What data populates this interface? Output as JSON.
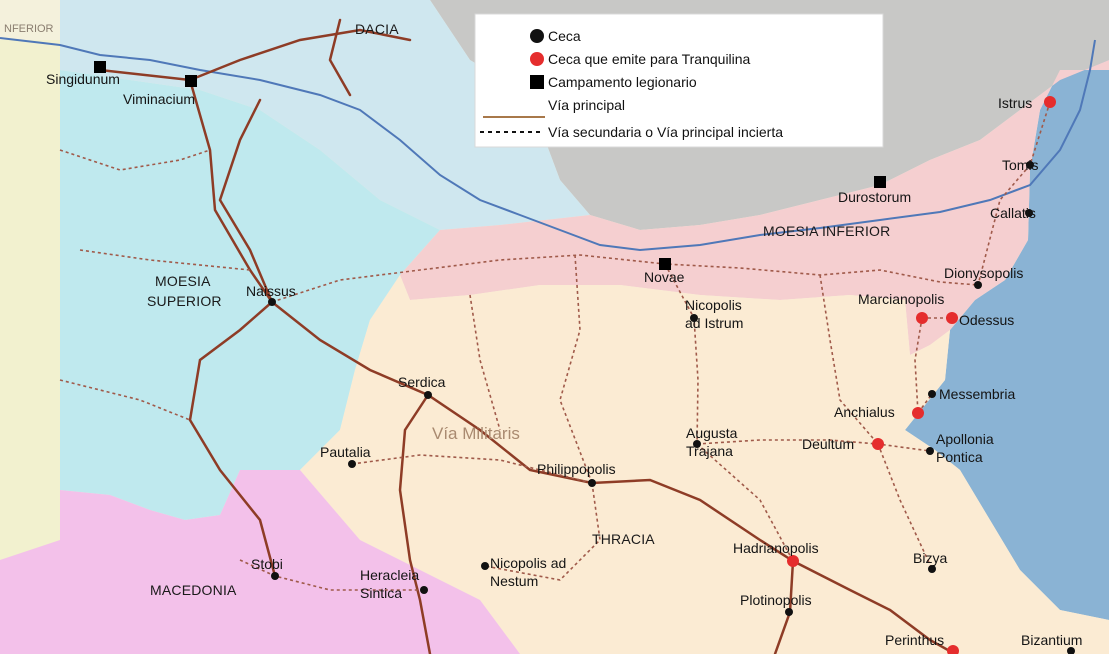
{
  "colors": {
    "background_land": "#f4f1dc",
    "sea": "#8ab3d4",
    "barbaricum": "#c8c8c6",
    "dacia": "#cfe7ef",
    "moesia_superior": "#bfe9ee",
    "moesia_inferior": "#f5cfd0",
    "thracia": "#fbebd3",
    "macedonia": "#f3c1ea",
    "west_province": "#f2f1cf",
    "river": "#4f78b8",
    "main_road": "#8e3c26",
    "secondary_road": "#a05a4a",
    "mint": "#111111",
    "mint_tranquilina": "#e52d2d",
    "camp": "#000000",
    "legend_main_road": "#a8784a"
  },
  "legend": {
    "items": [
      {
        "symbol": "circle-black",
        "label": "Ceca"
      },
      {
        "symbol": "circle-red",
        "label": "Ceca que emite para Tranquilina"
      },
      {
        "symbol": "square-black",
        "label": "Campamento legionario"
      },
      {
        "symbol": "line-solid",
        "label": "Vía principal"
      },
      {
        "symbol": "line-dashed",
        "label": "Vía secundaria o Vía principal incierta"
      }
    ]
  },
  "regions": [
    {
      "id": "dacia",
      "label": "DACIA"
    },
    {
      "id": "moesia-superior",
      "label": "MOESIA\nSUPERIOR"
    },
    {
      "id": "moesia-inferior",
      "label": "MOESIA INFERIOR"
    },
    {
      "id": "thracia",
      "label": "THRACIA"
    },
    {
      "id": "macedonia",
      "label": "MACEDONIA"
    }
  ],
  "road_label": "Vía Militaris",
  "edge_fragment": "NFERIOR",
  "places": [
    {
      "name": "Singidunum",
      "type": "camp"
    },
    {
      "name": "Viminacium",
      "type": "camp"
    },
    {
      "name": "Durostorum",
      "type": "camp"
    },
    {
      "name": "Novae",
      "type": "camp"
    },
    {
      "name": "Istrus",
      "type": "mint_tranquilina"
    },
    {
      "name": "Tomis",
      "type": "mint"
    },
    {
      "name": "Callatis",
      "type": "mint"
    },
    {
      "name": "Dionysopolis",
      "type": "mint"
    },
    {
      "name": "Marcianopolis",
      "type": "mint_tranquilina"
    },
    {
      "name": "Odessus",
      "type": "mint_tranquilina"
    },
    {
      "name": "Nicopolis\nad Istrum",
      "type": "mint"
    },
    {
      "name": "Naissus",
      "type": "mint"
    },
    {
      "name": "Serdica",
      "type": "mint"
    },
    {
      "name": "Messembria",
      "type": "mint"
    },
    {
      "name": "Anchialus",
      "type": "mint_tranquilina"
    },
    {
      "name": "Deultum",
      "type": "mint_tranquilina"
    },
    {
      "name": "Apollonia\nPontica",
      "type": "mint"
    },
    {
      "name": "Augusta\nTrajana",
      "type": "mint"
    },
    {
      "name": "Pautalia",
      "type": "mint"
    },
    {
      "name": "Philippopolis",
      "type": "mint"
    },
    {
      "name": "Hadrianopolis",
      "type": "mint_tranquilina"
    },
    {
      "name": "Bizya",
      "type": "mint"
    },
    {
      "name": "Stobi",
      "type": "mint"
    },
    {
      "name": "Heracleia\nSintica",
      "type": "mint"
    },
    {
      "name": "Nicopolis ad\nNestum",
      "type": "mint"
    },
    {
      "name": "Plotinopolis",
      "type": "mint"
    },
    {
      "name": "Perinthus",
      "type": "mint_tranquilina"
    },
    {
      "name": "Bizantium",
      "type": "mint"
    }
  ]
}
